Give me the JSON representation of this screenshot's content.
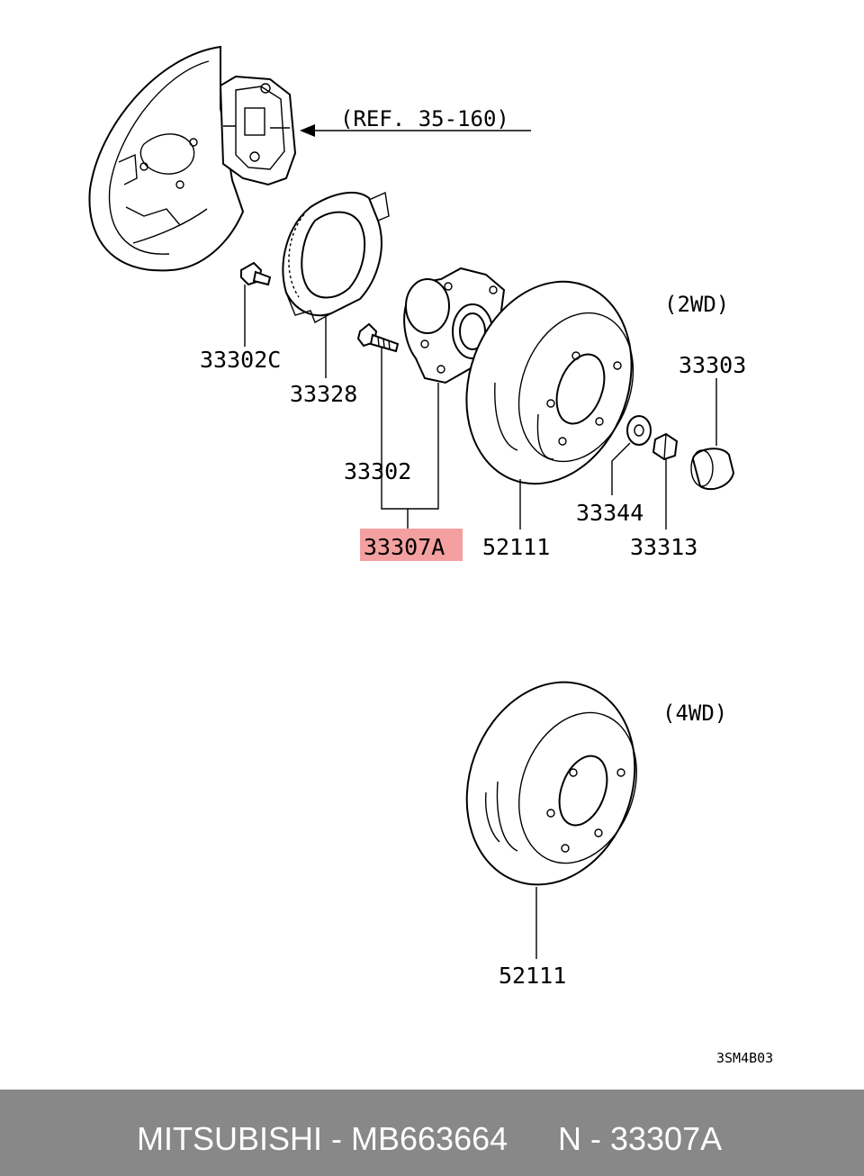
{
  "diagram": {
    "reference": "(REF. 35-160)",
    "variant_2wd": "(2WD)",
    "variant_4wd": "(4WD)",
    "drawing_code": "3SM4B03",
    "highlight_color": "#f4a0a0",
    "parts": {
      "p33302c": "33302C",
      "p33328": "33328",
      "p33302": "33302",
      "p33307a": "33307A",
      "p52111_2wd": "52111",
      "p33303": "33303",
      "p33344": "33344",
      "p33313": "33313",
      "p52111_4wd": "52111"
    }
  },
  "footer": {
    "brand_part": "MITSUBISHI - MB663664",
    "catalog_ref": "N - 33307A"
  }
}
